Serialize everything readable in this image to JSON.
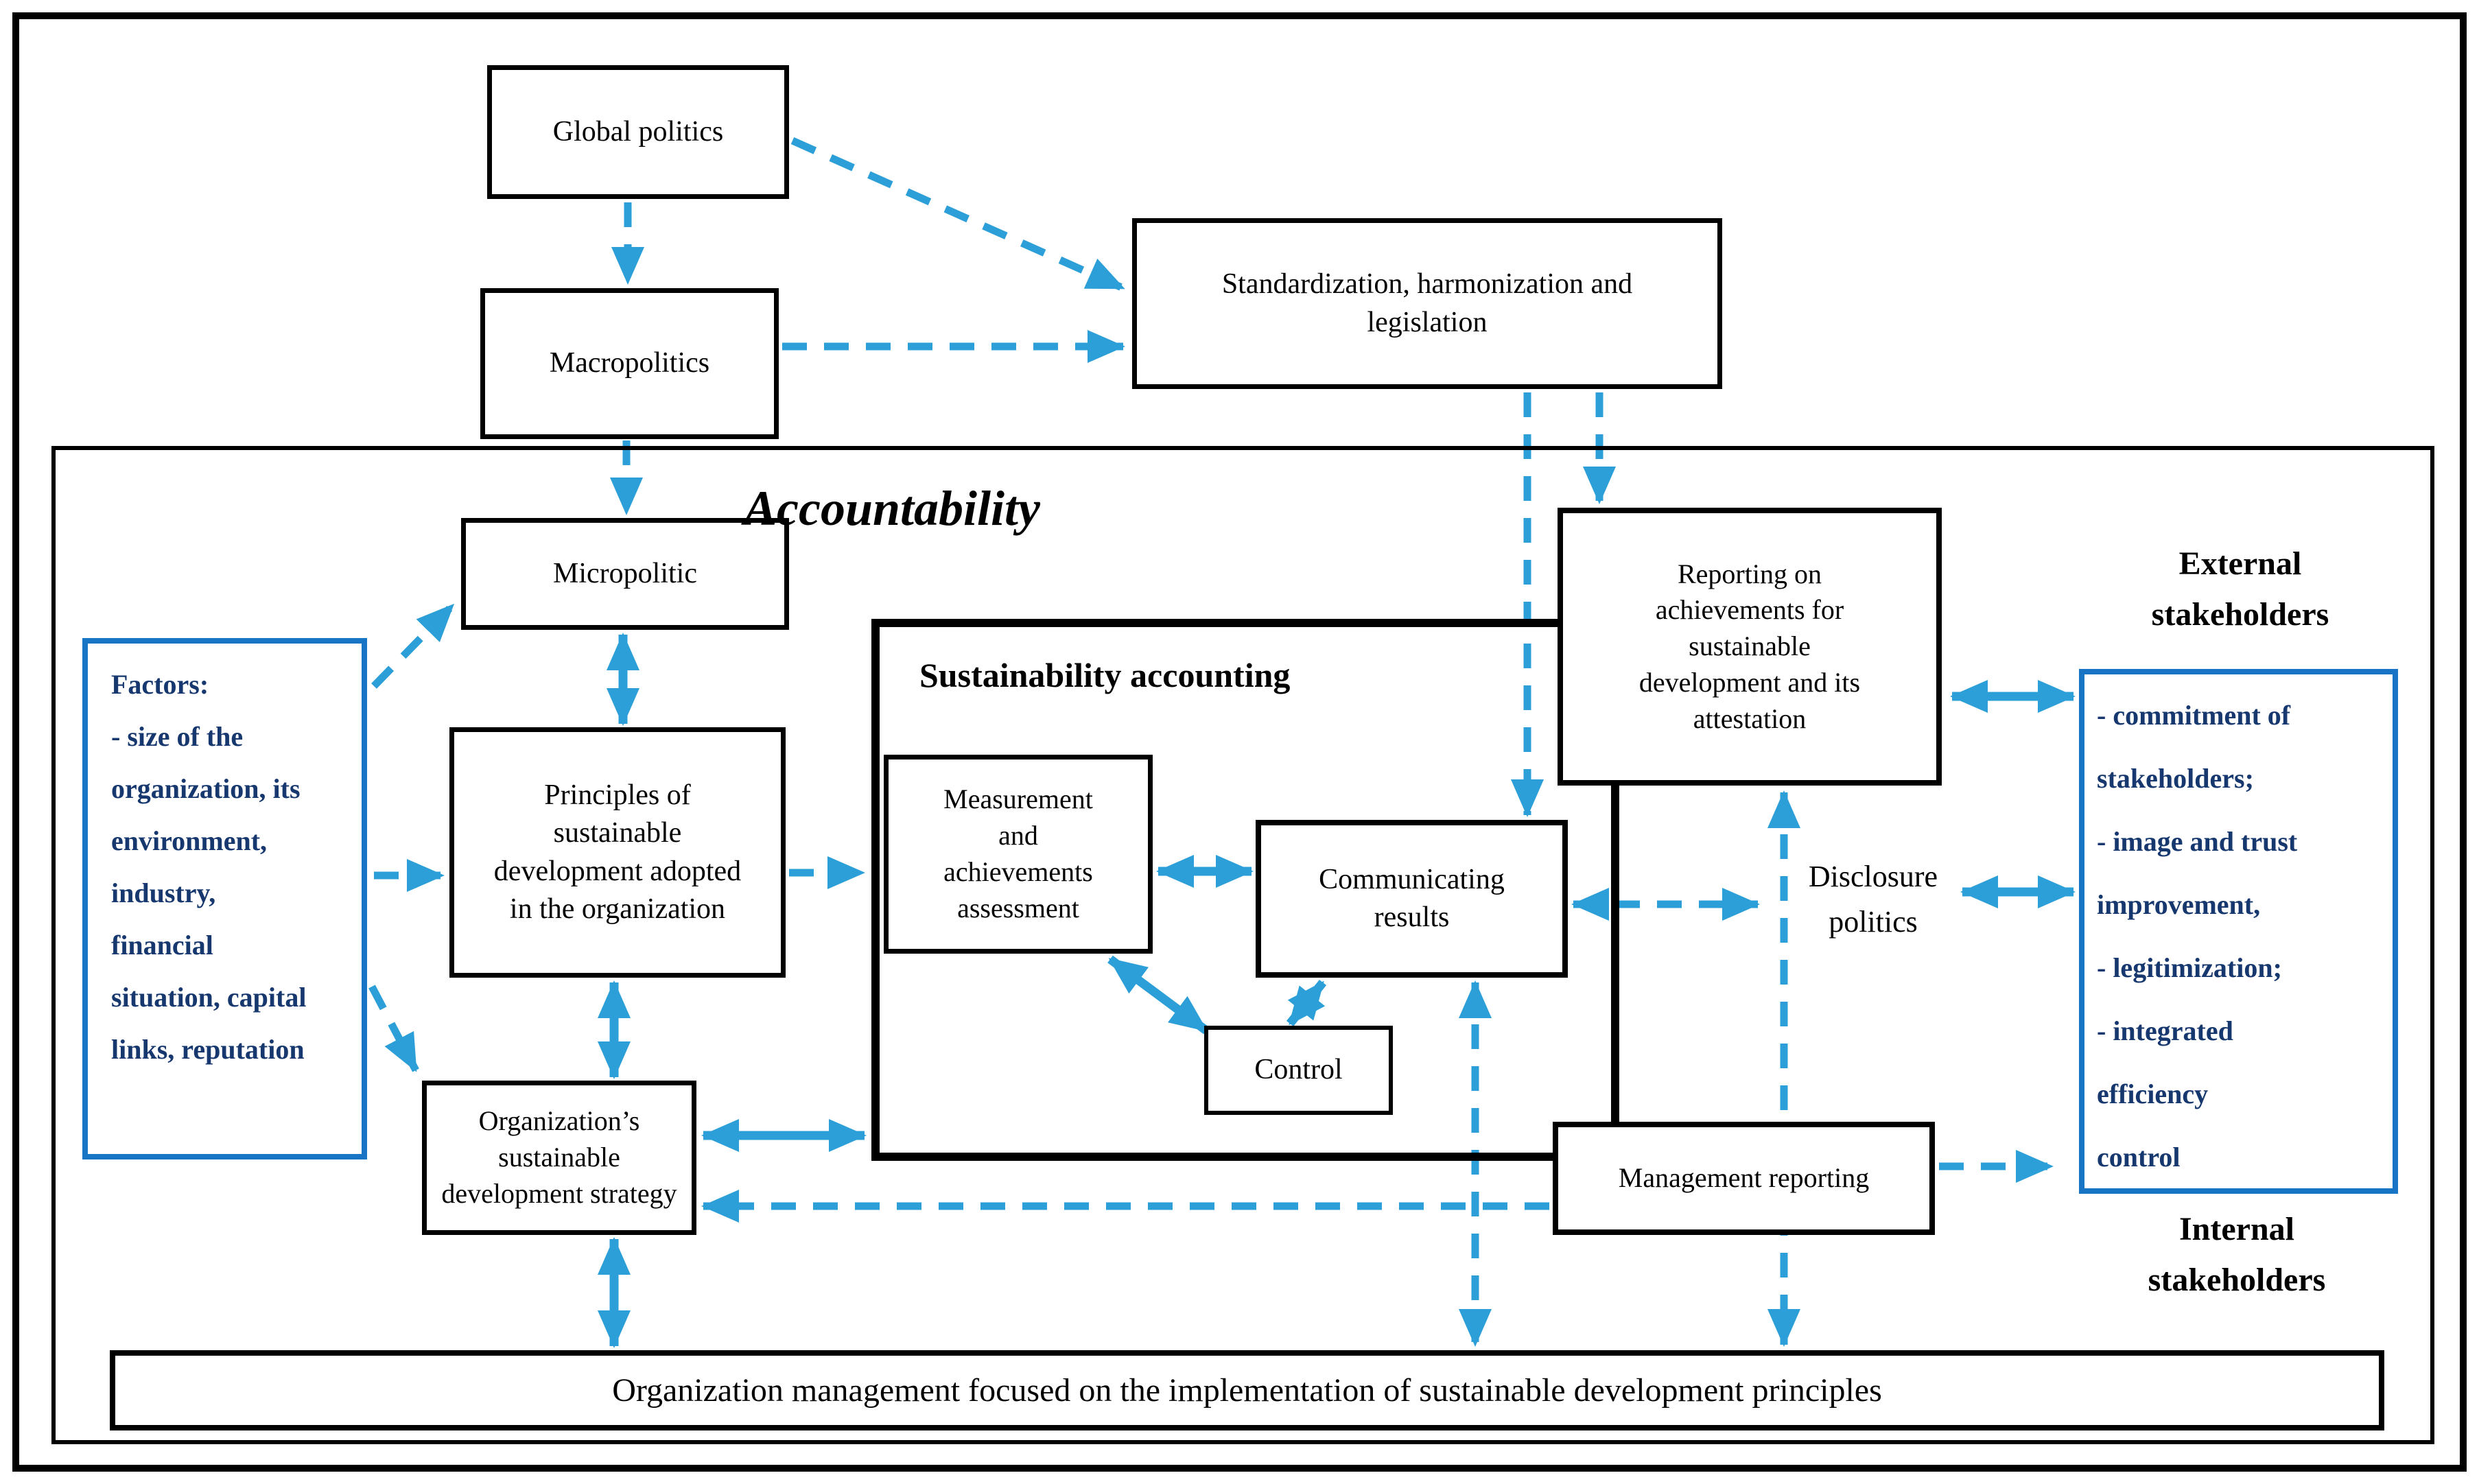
{
  "colors": {
    "arrow_blue": "#2D9FD8",
    "navy_text": "#16386E",
    "blue_border": "#1874C5",
    "box_border": "#000000"
  },
  "nodes": {
    "global_politics": {
      "label": "Global politics"
    },
    "macropolitics": {
      "label": "Macropolitics"
    },
    "standardization": {
      "label": "Standardization, harmonization and\nlegislation"
    },
    "micropolitic": {
      "label": "Micropolitic"
    },
    "principles": {
      "label": "Principles of\nsustainable\ndevelopment adopted\nin the organization"
    },
    "strategy": {
      "label": "Organization’s\nsustainable\ndevelopment strategy"
    },
    "measurement": {
      "label": "Measurement\nand\nachievements\nassessment"
    },
    "communicating": {
      "label": "Communicating\nresults"
    },
    "control": {
      "label": "Control"
    },
    "reporting": {
      "label": "Reporting on\nachievements for\nsustainable\ndevelopment and its\nattestation"
    },
    "management_reporting": {
      "label": "Management reporting"
    },
    "banner": {
      "label": "Organization management focused on the implementation of sustainable development principles"
    }
  },
  "labels": {
    "accountability": "Accountability",
    "sustainability_accounting": "Sustainability accounting",
    "external_stakeholders": "External\nstakeholders",
    "internal_stakeholders": "Internal\nstakeholders",
    "disclosure_politics": "Disclosure\npolitics"
  },
  "factors": {
    "text": "Factors:\n- size of the\norganization, its\nenvironment,\nindustry,\nfinancial\nsituation, capital\nlinks, reputation"
  },
  "stakeholder_benefits": {
    "text": "- commitment of\nstakeholders;\n- image and trust\nimprovement,\n- legitimization;\n- integrated\nefficiency\ncontrol"
  }
}
